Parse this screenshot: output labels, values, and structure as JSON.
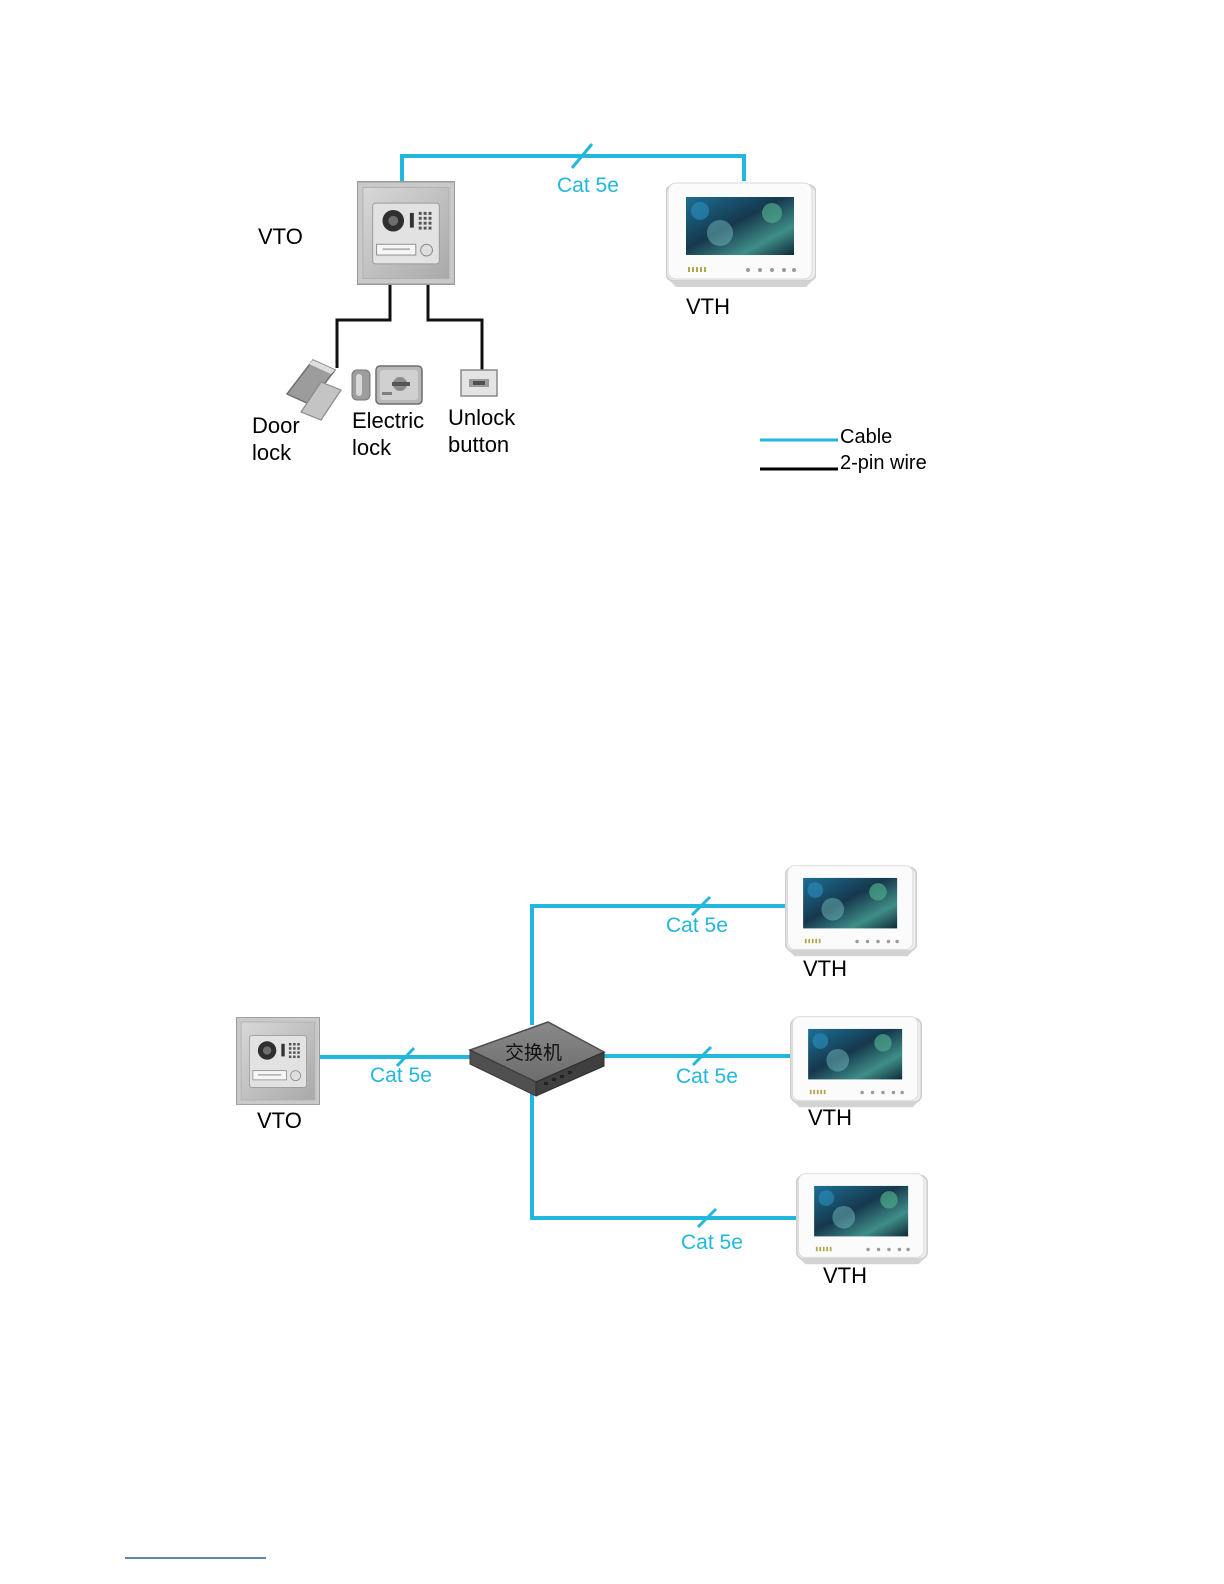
{
  "colors": {
    "cable": "#22b7dc",
    "two_pin_wire": "#000000",
    "device_frame": "#b9b9b9",
    "monitor_body": "#f4f4f4",
    "screen": "#1e4a63"
  },
  "diagram1": {
    "vto_label": "VTO",
    "vth_label": "VTH",
    "cable_label": "Cat 5e",
    "door_lock_line1": "Door",
    "door_lock_line2": "lock",
    "electric_lock_line1": "Electric",
    "electric_lock_line2": "lock",
    "unlock_button_line1": "Unlock",
    "unlock_button_line2": "button",
    "legend": {
      "cable": "Cable",
      "wire": "2-pin wire"
    }
  },
  "diagram2": {
    "vto_label": "VTO",
    "switch_label": "交换机",
    "cable_label_vto": "Cat 5e",
    "cable_label_top": "Cat 5e",
    "cable_label_mid": "Cat 5e",
    "cable_label_bottom": "Cat 5e",
    "vth_top_label": "VTH",
    "vth_mid_label": "VTH",
    "vth_bottom_label": "VTH"
  },
  "icons": {
    "vto": "outdoor-station-icon",
    "vth": "indoor-monitor-icon",
    "switch": "network-switch-icon",
    "door_lock": "magnetic-lock-icon",
    "electric_lock": "electric-lock-icon",
    "unlock_button": "exit-button-icon"
  }
}
